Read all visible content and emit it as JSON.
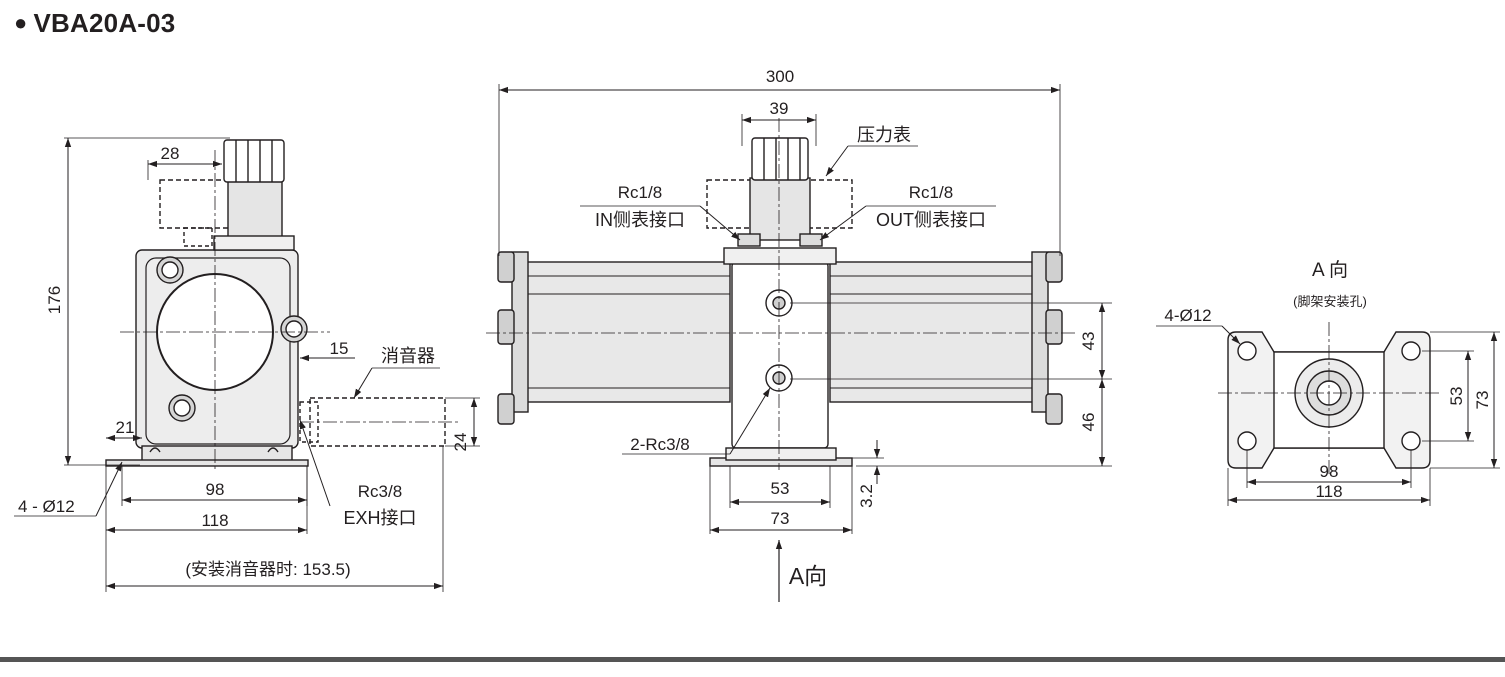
{
  "title": "VBA20A-03",
  "side_view": {
    "height": "176",
    "gauge_offset": "28",
    "base_edge": "21",
    "feet_span": "98",
    "base_width": "118",
    "with_silencer": "(安装消音器时: 153.5)",
    "foot_holes": "4 - Ø12",
    "silencer_gap": "15",
    "silencer_label": "消音器",
    "exhaust_height": "24",
    "exhaust_port": "Rc3/8",
    "exhaust_label": "EXH接口"
  },
  "front_view": {
    "overall_length": "300",
    "gauge_width": "39",
    "gauge_label": "压力表",
    "in_port": "Rc1/8",
    "in_label": "IN侧表接口",
    "out_port": "Rc1/8",
    "out_label": "OUT侧表接口",
    "port_spacing": "43",
    "port_height": "46",
    "ports": "2-Rc3/8",
    "foot_inner": "53",
    "foot_outer": "73",
    "foot_thickness": "3.2",
    "arrow_label": "A向"
  },
  "view_a": {
    "title": "A 向",
    "subtitle": "(脚架安装孔)",
    "holes": "4-Ø12",
    "inner_height": "53",
    "outer_height": "73",
    "hole_span": "98",
    "width": "118"
  }
}
